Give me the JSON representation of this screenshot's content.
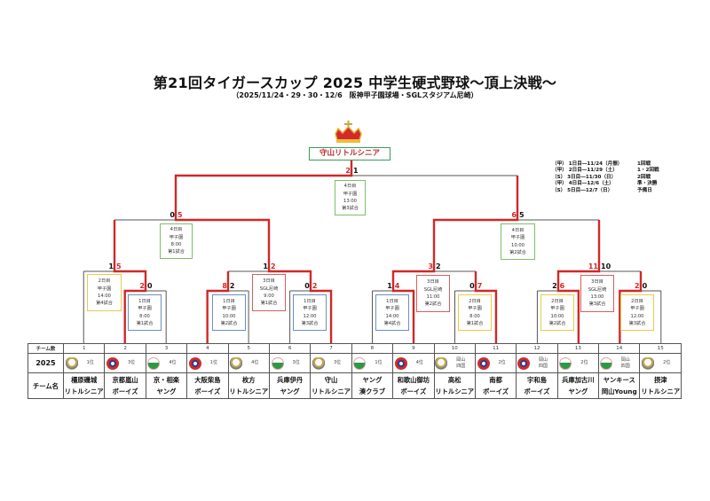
{
  "header": {
    "title": "第21回タイガースカップ 2025 中学生硬式野球～頂上決戦～",
    "subtitle": "（2025/11/24・29・30・12/6　阪神甲子園球場・SGLスタジアム尼崎）"
  },
  "champion": "守山リトルシニア",
  "legend": [
    {
      "date": "（甲） 1日目―11/24（月振）",
      "round": "1回戦"
    },
    {
      "date": "（甲） 2日目―11/29（土）",
      "round": "1・2回戦"
    },
    {
      "date": "（S） 3日目―11/30（日）",
      "round": "2回戦"
    },
    {
      "date": "（甲） 4日目―12/6（土）",
      "round": "準・決勝"
    },
    {
      "date": "（S） 5日目―12/7（日）",
      "round": "予備日"
    }
  ],
  "colors": {
    "winner_line": "#d02828",
    "line": "#555555",
    "champion_border": "#3a9a5a"
  },
  "matches": [
    {
      "id": "r1-2v3",
      "score_left": "2",
      "score_right": "0",
      "winner": "left",
      "info": [
        "1日目",
        "甲子園",
        "8:00",
        "第1試合"
      ],
      "box": "blue"
    },
    {
      "id": "r1-4v5",
      "score_left": "8",
      "score_right": "2",
      "winner": "left",
      "info": [
        "1日目",
        "甲子園",
        "10:00",
        "第2試合"
      ],
      "box": "blue"
    },
    {
      "id": "r1-6v7",
      "score_left": "0",
      "score_right": "2",
      "winner": "right",
      "info": [
        "1日目",
        "甲子園",
        "12:00",
        "第3試合"
      ],
      "box": "blue"
    },
    {
      "id": "r1-8v9",
      "score_left": "1",
      "score_right": "4",
      "winner": "right",
      "info": [
        "1日目",
        "甲子園",
        "14:00",
        "第4試合"
      ],
      "box": "blue"
    },
    {
      "id": "r1-10v11",
      "score_left": "0",
      "score_right": "7",
      "winner": "right",
      "info": [
        "2日目",
        "甲子園",
        "8:00",
        "第1試合"
      ],
      "box": "yellow"
    },
    {
      "id": "r1-12v13",
      "score_left": "2",
      "score_right": "6",
      "winner": "right",
      "info": [
        "2日目",
        "甲子園",
        "10:00",
        "第2試合"
      ],
      "box": "yellow"
    },
    {
      "id": "r1-14v15",
      "score_left": "2",
      "score_right": "0",
      "winner": "left",
      "info": [
        "2日目",
        "甲子園",
        "12:00",
        "第3試合"
      ],
      "box": "yellow"
    },
    {
      "id": "qf1",
      "score_left": "1",
      "score_right": "5",
      "winner": "right",
      "info": [
        "2日目",
        "甲子園",
        "14:00",
        "第4試合"
      ],
      "box": "yellow"
    },
    {
      "id": "qf2",
      "score_left": "1",
      "score_right": "2",
      "winner": "right",
      "info": [
        "3日目",
        "SGL尼崎",
        "9:00",
        "第1試合"
      ],
      "box": "red"
    },
    {
      "id": "qf3",
      "score_left": "3",
      "score_right": "2",
      "winner": "left",
      "info": [
        "3日目",
        "SGL尼崎",
        "11:00",
        "第2試合"
      ],
      "box": "red"
    },
    {
      "id": "qf4",
      "score_left": "11",
      "score_right": "10",
      "winner": "left",
      "info": [
        "3日目",
        "SGL尼崎",
        "13:00",
        "第3試合"
      ],
      "box": "red"
    },
    {
      "id": "sf1",
      "score_left": "0",
      "score_right": "5",
      "winner": "right",
      "info": [
        "4日目",
        "甲子園",
        "8:00",
        "第1試合"
      ],
      "box": "green"
    },
    {
      "id": "sf2",
      "score_left": "6",
      "score_right": "5",
      "winner": "left",
      "info": [
        "4日目",
        "甲子園",
        "10:00",
        "第2試合"
      ],
      "box": "green"
    },
    {
      "id": "final",
      "score_left": "2",
      "score_right": "1",
      "winner": "left",
      "info": [
        "4日目",
        "甲子園",
        "13:00",
        "第3試合"
      ],
      "box": "green"
    }
  ],
  "table": {
    "row_labels": [
      "チーム数",
      "2025",
      "チーム名"
    ],
    "teams": [
      {
        "no": "1",
        "rank": "1位",
        "logo": "senior",
        "name1": "橿原磯城",
        "name2": "リトルシニア"
      },
      {
        "no": "2",
        "rank": "3位",
        "logo": "boys",
        "name1": "京都嵐山",
        "name2": "ボーイズ"
      },
      {
        "no": "3",
        "rank": "4位",
        "logo": "young",
        "name1": "京・相楽",
        "name2": "ヤング"
      },
      {
        "no": "4",
        "rank": "1位",
        "logo": "boys",
        "name1": "大阪柴島",
        "name2": "ボーイズ"
      },
      {
        "no": "5",
        "rank": "4位",
        "logo": "senior",
        "name1": "枚方",
        "name2": "リトルシニア"
      },
      {
        "no": "6",
        "rank": "3位",
        "logo": "young",
        "name1": "兵庫伊丹",
        "name2": "ヤング"
      },
      {
        "no": "7",
        "rank": "3位",
        "logo": "senior",
        "name1": "守山",
        "name2": "リトルシニア"
      },
      {
        "no": "8",
        "rank": "1位",
        "logo": "young",
        "name1": "ヤング",
        "name2": "湊クラブ"
      },
      {
        "no": "9",
        "rank": "4位",
        "logo": "boys",
        "name1": "和歌山御坊",
        "name2": "ボーイズ"
      },
      {
        "no": "10",
        "rank": "岡山四国",
        "logo": "senior",
        "name1": "高松",
        "name2": "リトルシニア"
      },
      {
        "no": "11",
        "rank": "2位",
        "logo": "boys",
        "name1": "南都",
        "name2": "ボーイズ"
      },
      {
        "no": "12",
        "rank": "岡山四国",
        "logo": "boys",
        "name1": "宇和島",
        "name2": "ボーイズ"
      },
      {
        "no": "13",
        "rank": "2位",
        "logo": "young",
        "name1": "兵庫加古川",
        "name2": "ヤング"
      },
      {
        "no": "14",
        "rank": "岡山四国",
        "logo": "young",
        "name1": "ヤンキース",
        "name2": "岡山Young"
      },
      {
        "no": "15",
        "rank": "2位",
        "logo": "senior",
        "name1": "摂津",
        "name2": "リトルシニア"
      }
    ]
  }
}
